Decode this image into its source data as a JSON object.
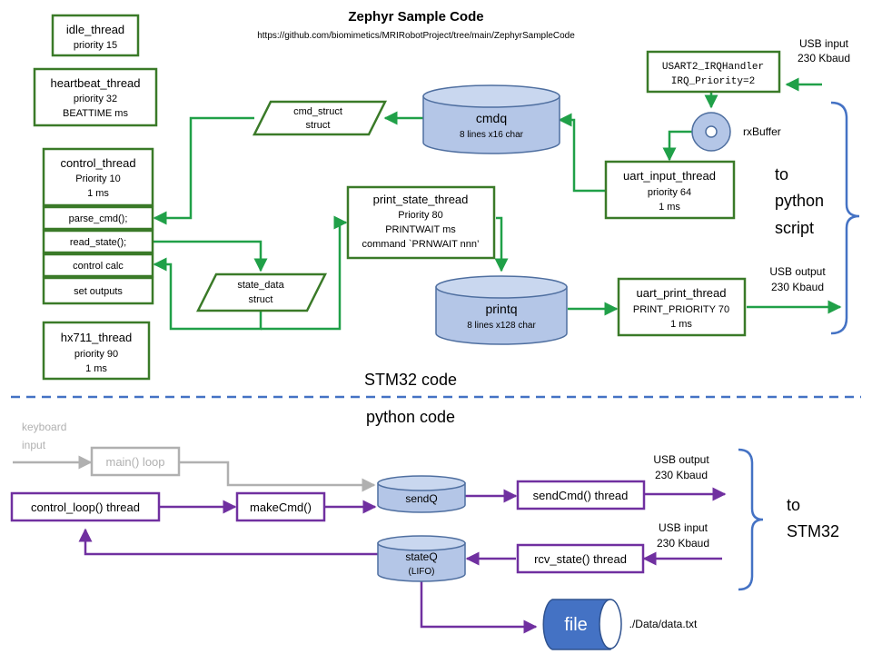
{
  "colors": {
    "green": "#20a048",
    "box_green": "#3a7a28",
    "purple": "#7030a0",
    "blue_line": "#4472c4",
    "cylinder_fill": "#b4c6e7",
    "cylinder_stroke": "#4f6fa0",
    "gray": "#b0b0b0",
    "file_blue": "#4472c4"
  },
  "header": {
    "title": "Zephyr Sample Code",
    "url": "https://github.com/biomimetics/MRIRobotProject/tree/main/ZephyrSampleCode"
  },
  "stm32": {
    "idle": {
      "name": "idle_thread",
      "l1": "priority 15"
    },
    "heartbeat": {
      "name": "heartbeat_thread",
      "l1": "priority 32",
      "l2": "BEATTIME  ms"
    },
    "control": {
      "name": "control_thread",
      "l1": "Priority 10",
      "l2": "1 ms"
    },
    "parse": "parse_cmd();",
    "read": "read_state();",
    "calc": "control calc",
    "outputs": "set outputs",
    "hx711": {
      "name": "hx711_thread",
      "l1": "priority 90",
      "l2": "1 ms"
    },
    "cmd_struct": {
      "l1": "cmd_struct",
      "l2": "struct"
    },
    "state_data": {
      "l1": "state_data",
      "l2": "struct"
    },
    "cmdq": {
      "name": "cmdq",
      "l1": "8 lines x16 char"
    },
    "print_state": {
      "name": "print_state_thread",
      "l1": "Priority 80",
      "l2": "PRINTWAIT   ms",
      "l3": "command `PRNWAIT nnn’"
    },
    "printq": {
      "name": "printq",
      "l1": "8 lines x128 char"
    },
    "uart_input": {
      "name": "uart_input_thread",
      "l1": "priority 64",
      "l2": "1 ms"
    },
    "uart_print": {
      "name": "uart_print_thread",
      "l1": "PRINT_PRIORITY 70",
      "l2": "1 ms"
    },
    "usart": {
      "l1": "USART2_IRQHandler",
      "l2": "IRQ_Priority=2"
    },
    "rxbuffer": "rxBuffer",
    "usb_in": {
      "l1": "USB input",
      "l2": "230 Kbaud"
    },
    "usb_out": {
      "l1": "USB output",
      "l2": "230 Kbaud"
    },
    "to_python": {
      "l1": "to",
      "l2": "python",
      "l3": "script"
    },
    "section_label": "STM32 code"
  },
  "python": {
    "section_label": "python code",
    "keyboard": {
      "l1": "keyboard",
      "l2": "input"
    },
    "main_loop": "main() loop",
    "control_loop": "control_loop() thread",
    "makecmd": "makeCmd()",
    "sendq": "sendQ",
    "sendcmd": "sendCmd() thread",
    "usb_out": {
      "l1": "USB output",
      "l2": "230 Kbaud"
    },
    "usb_in": {
      "l1": "USB input",
      "l2": "230 Kbaud"
    },
    "to_stm32": {
      "l1": "to",
      "l2": "STM32"
    },
    "stateq": {
      "name": "stateQ",
      "l1": "(LIFO)"
    },
    "rcv_state": "rcv_state() thread",
    "file": "file",
    "file_path": "./Data/data.txt"
  }
}
